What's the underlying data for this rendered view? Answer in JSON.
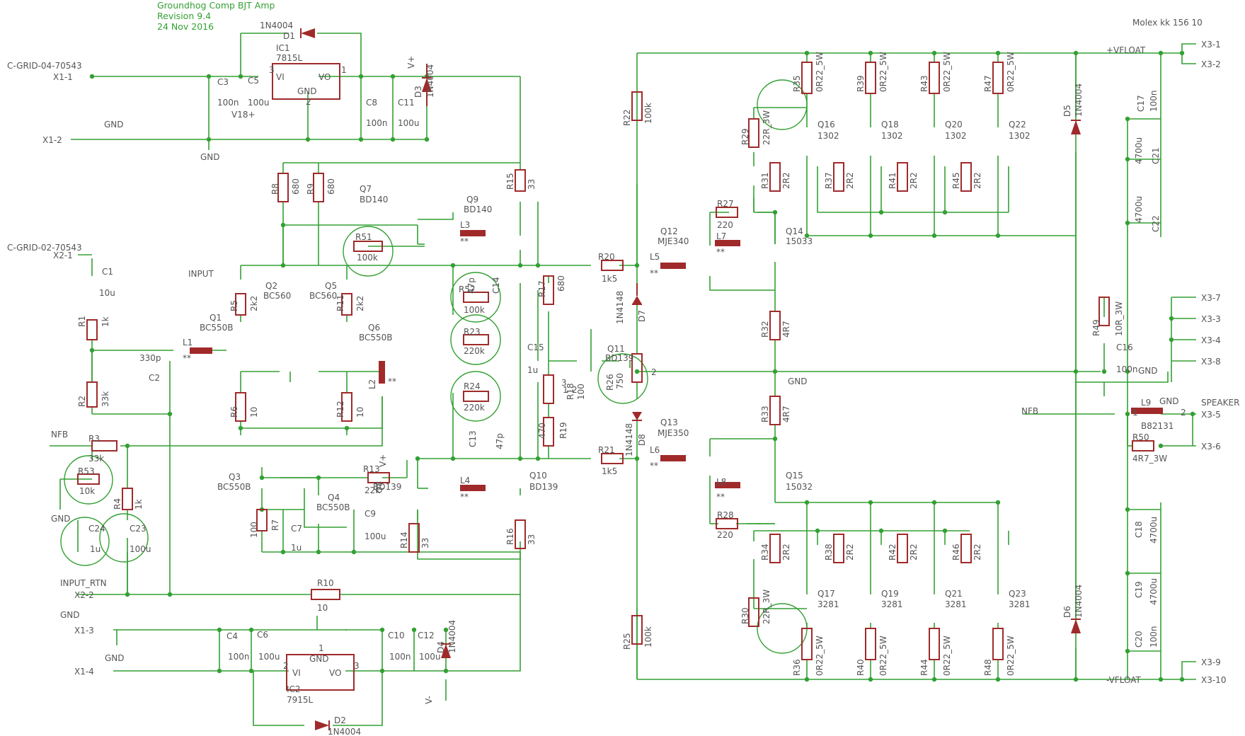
{
  "title": {
    "name": "Groundhog Comp BJT Amp",
    "revision": "Revision 9.4",
    "date": "24 Nov 2016"
  },
  "header_note": "Molex kk 156 10",
  "colors": {
    "wire": "#33a033",
    "component": "#a02a2a",
    "text": "#555555"
  },
  "connectors": {
    "x1_1": "X1-1",
    "x1_2": "X1-2",
    "x1_3": "X1-3",
    "x1_4": "X1-4",
    "x2_1": "X2-1",
    "x2_2": "X2-2",
    "x3_1": "X3-1",
    "x3_2": "X3-2",
    "x3_3": "X3-3",
    "x3_4": "X3-4",
    "x3_5": "X3-5",
    "x3_6": "X3-6",
    "x3_7": "X3-7",
    "x3_8": "X3-8",
    "x3_9": "X3-9",
    "x3_10": "X3-10"
  },
  "nets": {
    "cgrid04": "C-GRID-04-70543",
    "cgrid02": "C-GRID-02-70543",
    "gnd": "GND",
    "input": "INPUT",
    "nfb": "NFB",
    "input_rtn": "INPUT_RTN",
    "vplus": "V+",
    "vminus": "V-",
    "v18": "V18+",
    "vfloat_p": "+VFLOAT",
    "vfloat_n": "-VFLOAT",
    "speaker": "SPEAKER"
  },
  "parts": {
    "IC1": {
      "ref": "IC1",
      "value": "7815L",
      "vi": "VI",
      "vo": "VO",
      "gnd": "GND"
    },
    "IC2": {
      "ref": "IC2",
      "value": "7915L",
      "vi": "VI",
      "vo": "VO",
      "gnd": "GND"
    },
    "D1": {
      "ref": "D1",
      "value": "1N4004"
    },
    "D2": {
      "ref": "D2",
      "value": "1N4004"
    },
    "D3": {
      "ref": "D3",
      "value": "1N4004"
    },
    "D4": {
      "ref": "D4",
      "value": "1N4004"
    },
    "D5": {
      "ref": "D5",
      "value": "1N4004"
    },
    "D6": {
      "ref": "D6",
      "value": "1N4004"
    },
    "D7": {
      "ref": "D7",
      "value": "1N4148"
    },
    "D8": {
      "ref": "D8",
      "value": "1N4148"
    },
    "C1": {
      "ref": "C1",
      "value": "10u"
    },
    "C2": {
      "ref": "C2",
      "value": "330p"
    },
    "C3": {
      "ref": "C3",
      "value": "100n"
    },
    "C4": {
      "ref": "C4",
      "value": "100n"
    },
    "C5": {
      "ref": "C5",
      "value": "100u"
    },
    "C6": {
      "ref": "C6",
      "value": "100u"
    },
    "C7": {
      "ref": "C7",
      "value": "1u"
    },
    "C8": {
      "ref": "C8",
      "value": "100n"
    },
    "C9": {
      "ref": "C9",
      "value": "100u"
    },
    "C10": {
      "ref": "C10",
      "value": "100n"
    },
    "C11": {
      "ref": "C11",
      "value": "100u"
    },
    "C12": {
      "ref": "C12",
      "value": "100u"
    },
    "C13": {
      "ref": "C13",
      "value": "47p"
    },
    "C14": {
      "ref": "C14",
      "value": "47p"
    },
    "C15": {
      "ref": "C15",
      "value": "1u"
    },
    "C16": {
      "ref": "C16",
      "value": "100n"
    },
    "C17": {
      "ref": "C17",
      "value": "100n"
    },
    "C18": {
      "ref": "C18",
      "value": "4700u"
    },
    "C19": {
      "ref": "C19",
      "value": "4700u"
    },
    "C20": {
      "ref": "C20",
      "value": "100n"
    },
    "C21": {
      "ref": "C21",
      "value": "4700u"
    },
    "C22": {
      "ref": "C22",
      "value": "4700u"
    },
    "C23": {
      "ref": "C23",
      "value": "100u"
    },
    "C24": {
      "ref": "C24",
      "value": "1u"
    },
    "R1": {
      "ref": "R1",
      "value": "1k"
    },
    "R2": {
      "ref": "R2",
      "value": "33k"
    },
    "R3": {
      "ref": "R3",
      "value": "33k"
    },
    "R4": {
      "ref": "R4",
      "value": "1k"
    },
    "R5": {
      "ref": "R5",
      "value": "2k2"
    },
    "R6": {
      "ref": "R6",
      "value": "10"
    },
    "R7": {
      "ref": "R7",
      "value": "100"
    },
    "R8": {
      "ref": "R8",
      "value": "680"
    },
    "R9": {
      "ref": "R9",
      "value": "680"
    },
    "R10": {
      "ref": "R10",
      "value": "10"
    },
    "R11": {
      "ref": "R11",
      "value": "2k2"
    },
    "R12": {
      "ref": "R12",
      "value": "10"
    },
    "R13": {
      "ref": "R13",
      "value": "22k"
    },
    "R14": {
      "ref": "R14",
      "value": "33"
    },
    "R15": {
      "ref": "R15",
      "value": "33"
    },
    "R16": {
      "ref": "R16",
      "value": "33"
    },
    "R17": {
      "ref": "R17",
      "value": "680"
    },
    "R18": {
      "ref": "R18",
      "value": "100"
    },
    "R19": {
      "ref": "R19",
      "value": "470"
    },
    "R20": {
      "ref": "R20",
      "value": "1k5"
    },
    "R21": {
      "ref": "R21",
      "value": "1k5"
    },
    "R22": {
      "ref": "R22",
      "value": "100k"
    },
    "R23": {
      "ref": "R23",
      "value": "220k"
    },
    "R24": {
      "ref": "R24",
      "value": "220k"
    },
    "R25": {
      "ref": "R25",
      "value": "100k"
    },
    "R26": {
      "ref": "R26",
      "value": "750"
    },
    "R27": {
      "ref": "R27",
      "value": "220"
    },
    "R28": {
      "ref": "R28",
      "value": "220"
    },
    "R29": {
      "ref": "R29",
      "value": "22R_3W"
    },
    "R30": {
      "ref": "R30",
      "value": "22R_3W"
    },
    "R31": {
      "ref": "R31",
      "value": "2R2"
    },
    "R32": {
      "ref": "R32",
      "value": "4R7"
    },
    "R33": {
      "ref": "R33",
      "value": "4R7"
    },
    "R34": {
      "ref": "R34",
      "value": "2R2"
    },
    "R35": {
      "ref": "R35",
      "value": "0R22_5W"
    },
    "R36": {
      "ref": "R36",
      "value": "0R22_5W"
    },
    "R37": {
      "ref": "R37",
      "value": "2R2"
    },
    "R38": {
      "ref": "R38",
      "value": "2R2"
    },
    "R39": {
      "ref": "R39",
      "value": "0R22_5W"
    },
    "R40": {
      "ref": "R40",
      "value": "0R22_5W"
    },
    "R41": {
      "ref": "R41",
      "value": "2R2"
    },
    "R42": {
      "ref": "R42",
      "value": "2R2"
    },
    "R43": {
      "ref": "R43",
      "value": "0R22_5W"
    },
    "R44": {
      "ref": "R44",
      "value": "0R22_5W"
    },
    "R45": {
      "ref": "R45",
      "value": "2R2"
    },
    "R46": {
      "ref": "R46",
      "value": "2R2"
    },
    "R47": {
      "ref": "R47",
      "value": "0R22_5W"
    },
    "R48": {
      "ref": "R48",
      "value": "0R22_5W"
    },
    "R49": {
      "ref": "R49",
      "value": "10R_3W"
    },
    "R50": {
      "ref": "R50",
      "value": "4R7_3W"
    },
    "R51": {
      "ref": "R51",
      "value": "100k"
    },
    "R52": {
      "ref": "R52",
      "value": "100k"
    },
    "R53": {
      "ref": "R53",
      "value": "10k"
    },
    "Q1": {
      "ref": "Q1",
      "value": "BC550B"
    },
    "Q2": {
      "ref": "Q2",
      "value": "BC560"
    },
    "Q3": {
      "ref": "Q3",
      "value": "BC550B"
    },
    "Q4": {
      "ref": "Q4",
      "value": "BC550B"
    },
    "Q5": {
      "ref": "Q5",
      "value": "BC560"
    },
    "Q6": {
      "ref": "Q6",
      "value": "BC550B"
    },
    "Q7": {
      "ref": "Q7",
      "value": "BD140"
    },
    "Q8": {
      "ref": "Q8",
      "value": "BD139"
    },
    "Q9": {
      "ref": "Q9",
      "value": "BD140"
    },
    "Q10": {
      "ref": "Q10",
      "value": "BD139"
    },
    "Q11": {
      "ref": "Q11",
      "value": "BD139"
    },
    "Q12": {
      "ref": "Q12",
      "value": "MJE340"
    },
    "Q13": {
      "ref": "Q13",
      "value": "MJE350"
    },
    "Q14": {
      "ref": "Q14",
      "value": "15033"
    },
    "Q15": {
      "ref": "Q15",
      "value": "15032"
    },
    "Q16": {
      "ref": "Q16",
      "value": "1302"
    },
    "Q17": {
      "ref": "Q17",
      "value": "3281"
    },
    "Q18": {
      "ref": "Q18",
      "value": "1302"
    },
    "Q19": {
      "ref": "Q19",
      "value": "3281"
    },
    "Q20": {
      "ref": "Q20",
      "value": "1302"
    },
    "Q21": {
      "ref": "Q21",
      "value": "3281"
    },
    "Q22": {
      "ref": "Q22",
      "value": "1302"
    },
    "Q23": {
      "ref": "Q23",
      "value": "3281"
    },
    "L1": {
      "ref": "L1",
      "mark": "**"
    },
    "L2": {
      "ref": "L2",
      "mark": "**"
    },
    "L3": {
      "ref": "L3",
      "mark": "**"
    },
    "L4": {
      "ref": "L4",
      "mark": "**"
    },
    "L5": {
      "ref": "L5",
      "mark": "**"
    },
    "L6": {
      "ref": "L6",
      "mark": "**"
    },
    "L7": {
      "ref": "L7",
      "mark": "**"
    },
    "L8": {
      "ref": "L8",
      "mark": "**"
    },
    "L9": {
      "ref": "L9",
      "value": "B82131"
    }
  },
  "pins": {
    "p1": "1",
    "p2": "2",
    "p3": "3"
  }
}
